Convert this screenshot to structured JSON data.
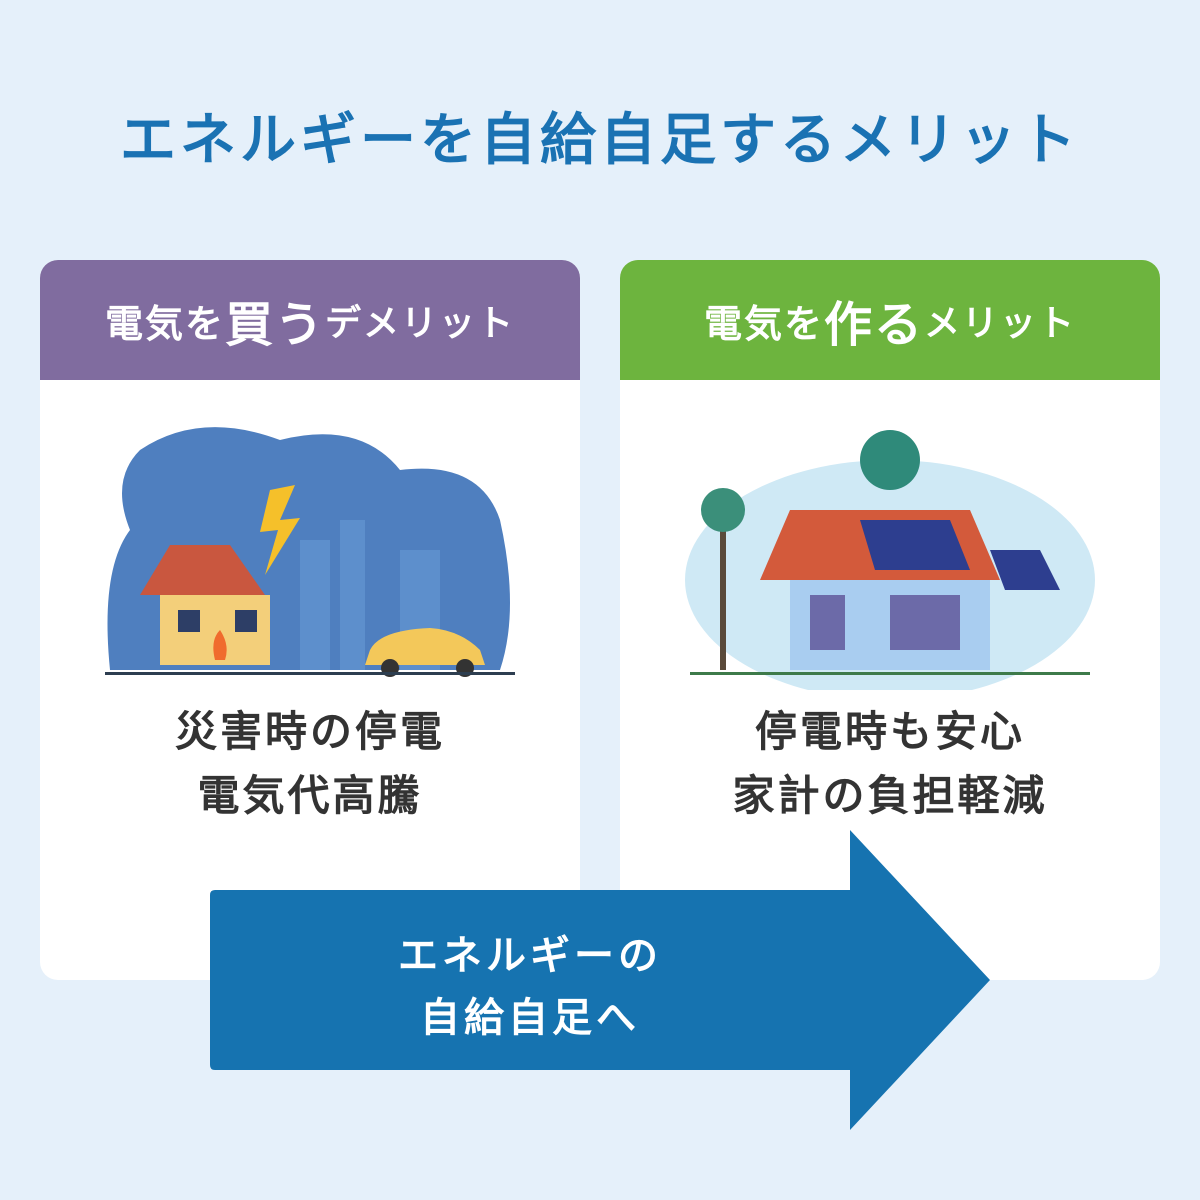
{
  "title": "エネルギーを自給自足するメリット",
  "left_card": {
    "header": {
      "pre": "電気を",
      "key": "買う",
      "post": "デメリット"
    },
    "lines": [
      "災害時の停電",
      "電気代高騰"
    ]
  },
  "right_card": {
    "header": {
      "pre": "電気を",
      "key": "作る",
      "post": "メリット"
    },
    "lines": [
      "停電時も安心",
      "家計の負担軽減"
    ]
  },
  "arrow": {
    "lines": [
      "エネルギーの",
      "自給自足へ"
    ]
  },
  "colors": {
    "background": "#e5f0fa",
    "title": "#1a72b3",
    "purple": "#806c9f",
    "green": "#6db43e",
    "arrow": "#1673b0"
  }
}
